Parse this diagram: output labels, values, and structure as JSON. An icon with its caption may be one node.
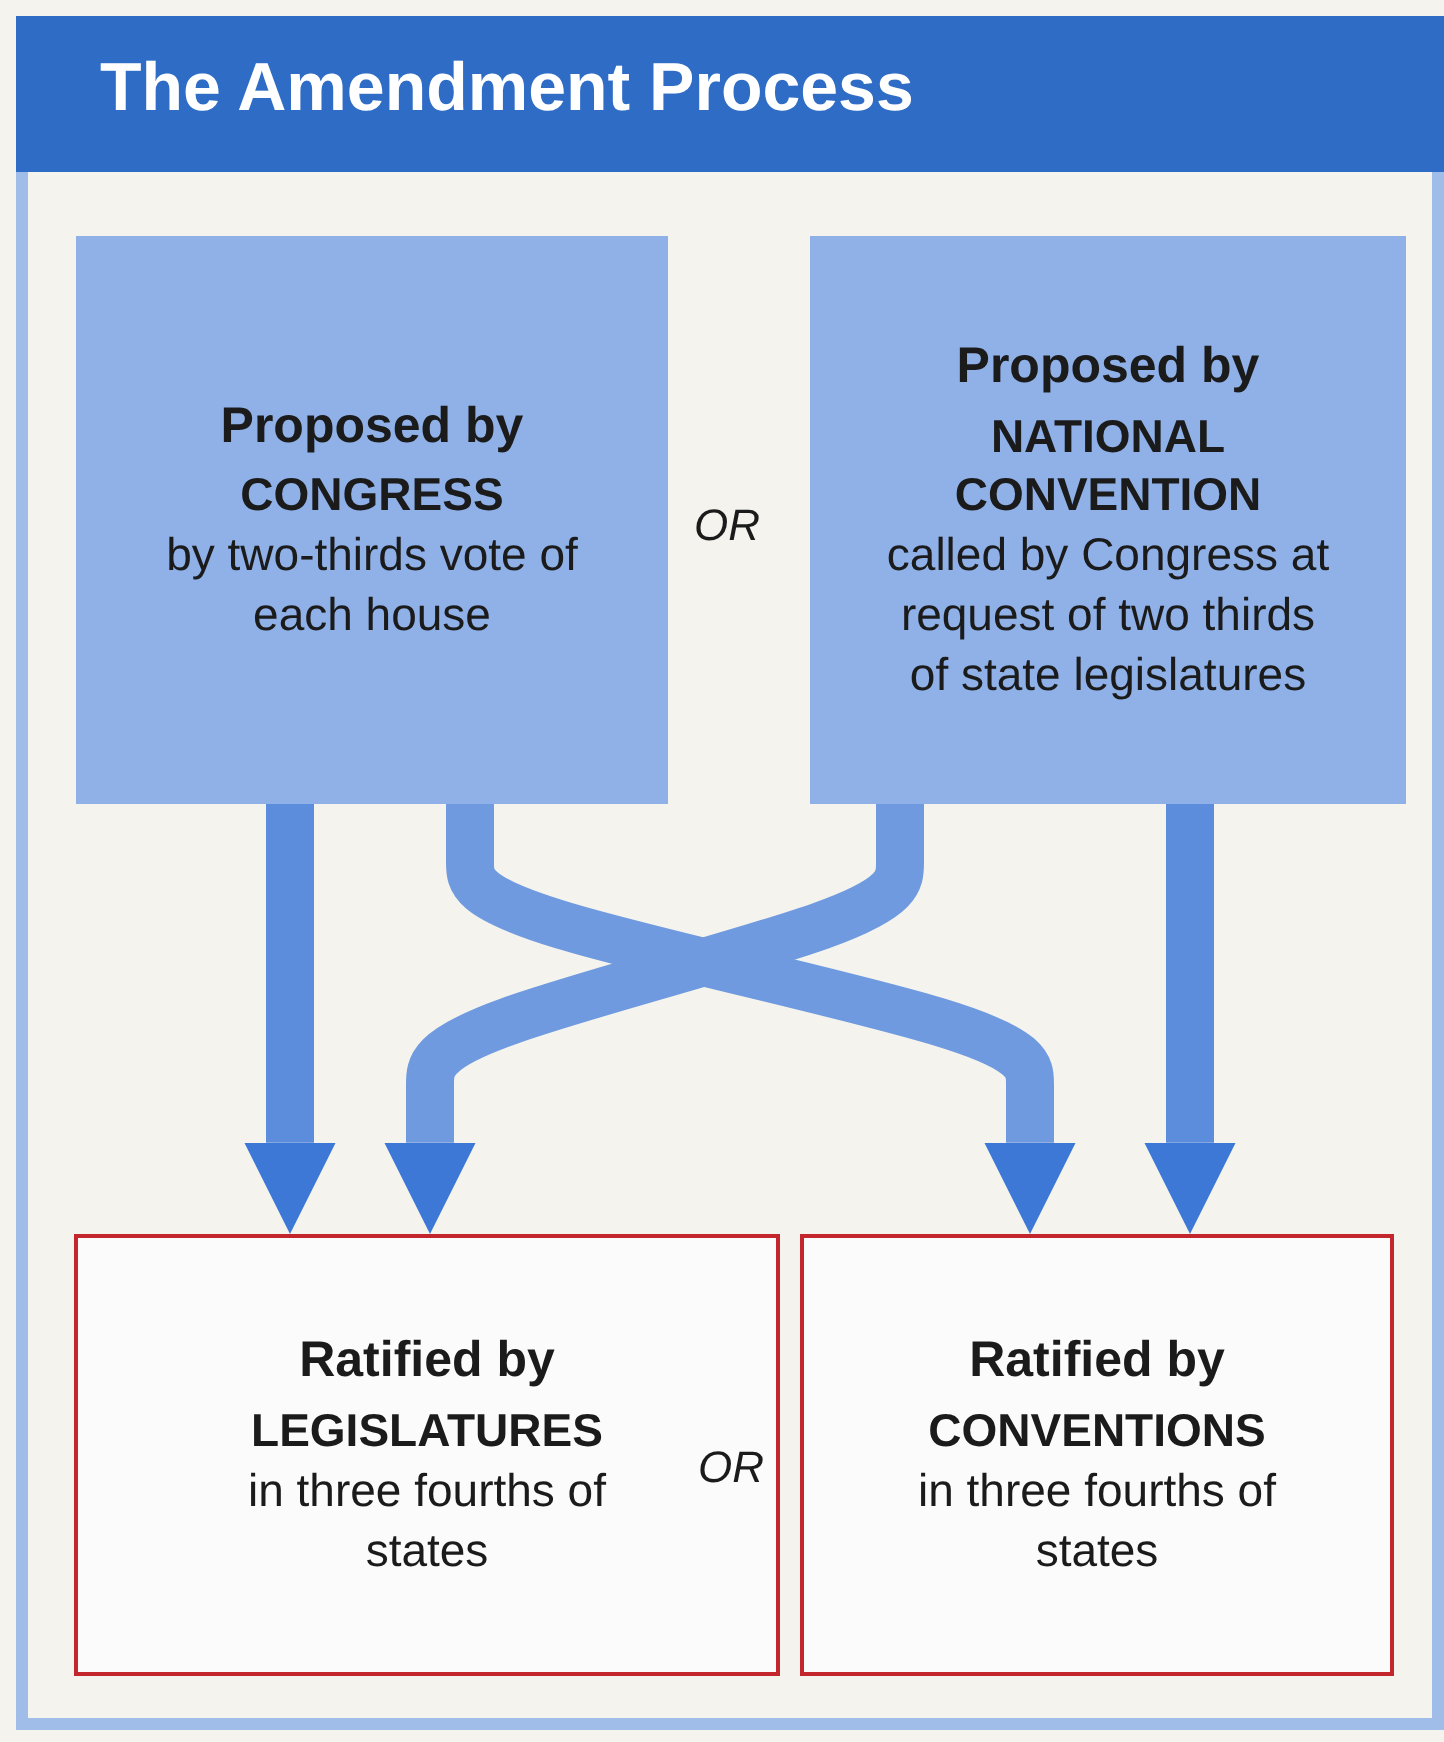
{
  "diagram": {
    "title": "The Amendment Process",
    "nodes": [
      {
        "text": [
          "Proposed by",
          "CONGRESS",
          "by two-thirds vote of each house"
        ]
      },
      {
        "text": [
          "Proposed by",
          "NATIONAL CONVENTION",
          "called by Congress at request of two thirds of state legislatures"
        ]
      },
      {
        "text": [
          "Ratified by",
          "LEGISLATURES",
          "in three fourths of states"
        ]
      },
      {
        "text": [
          "Ratified by",
          "CONVENTIONS",
          "in three fourths of states"
        ]
      }
    ],
    "edges": [
      {
        "from": 0,
        "to": 2,
        "arrow": "to"
      },
      {
        "from": 0,
        "to": 3,
        "arrow": "to"
      },
      {
        "from": 1,
        "to": 2,
        "arrow": "to"
      },
      {
        "from": 1,
        "to": 3,
        "arrow": "to"
      }
    ],
    "labels": [
      "OR",
      "OR"
    ]
  }
}
